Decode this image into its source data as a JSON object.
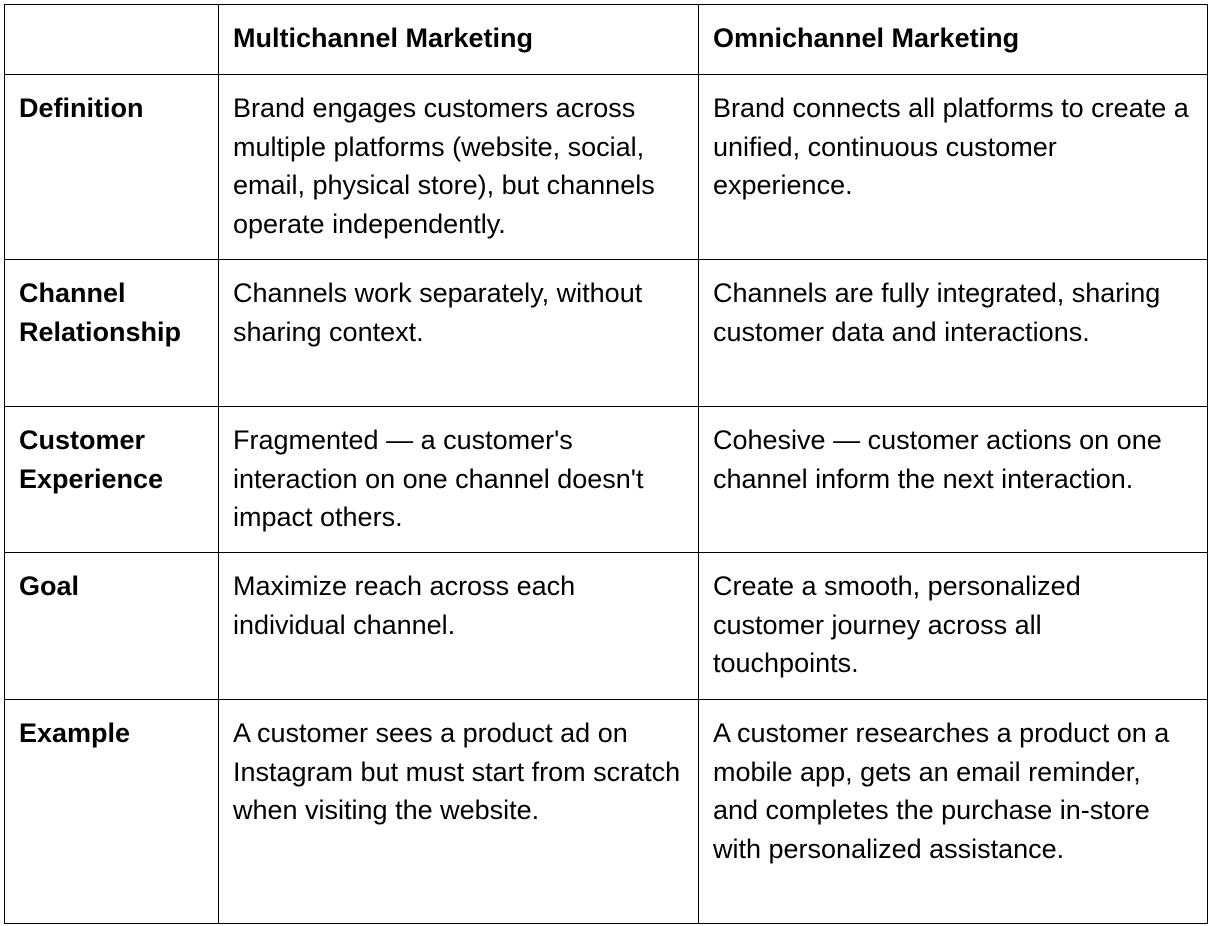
{
  "table": {
    "headers": [
      "",
      "Multichannel Marketing",
      "Omnichannel Marketing"
    ],
    "rows": [
      {
        "label": "Definition",
        "multichannel": "Brand engages customers across multiple platforms (website, social, email, physical store), but channels operate independently.",
        "omnichannel": "Brand connects all platforms to create a unified, continuous customer experience."
      },
      {
        "label": "Channel Relationship",
        "multichannel": "Channels work separately, without sharing context.",
        "omnichannel": "Channels are fully integrated, sharing customer data and interactions."
      },
      {
        "label": "Customer Experience",
        "multichannel": "Fragmented — a customer's interaction on one channel doesn't impact others.",
        "omnichannel": "Cohesive — customer actions on one channel inform the next interaction."
      },
      {
        "label": "Goal",
        "multichannel": "Maximize reach across each individual channel.",
        "omnichannel": "Create a smooth, personalized customer journey across all touchpoints."
      },
      {
        "label": "Example",
        "multichannel": "A customer sees a product ad on Instagram but must start from scratch when visiting the website.",
        "omnichannel": "A customer researches a product on a mobile app, gets an email reminder, and completes the purchase in-store with personalized assistance."
      }
    ]
  }
}
